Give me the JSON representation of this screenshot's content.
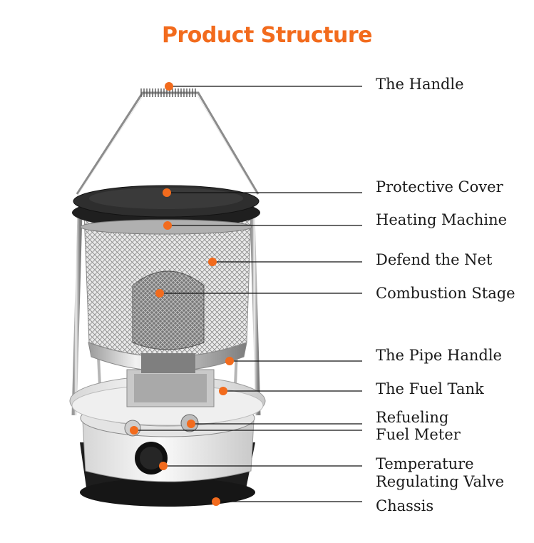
{
  "title": "Product Structure",
  "colors": {
    "accent": "#f26b1d",
    "line": "#111111"
  },
  "parts": [
    "The Handle",
    "Protective Cover",
    "Heating Machine",
    "Defend the Net",
    "Combustion Stage",
    "The Pipe Handle",
    "The Fuel Tank",
    "Refueling",
    "Fuel Meter",
    "Temperature",
    "Regulating Valve",
    "Chassis"
  ]
}
